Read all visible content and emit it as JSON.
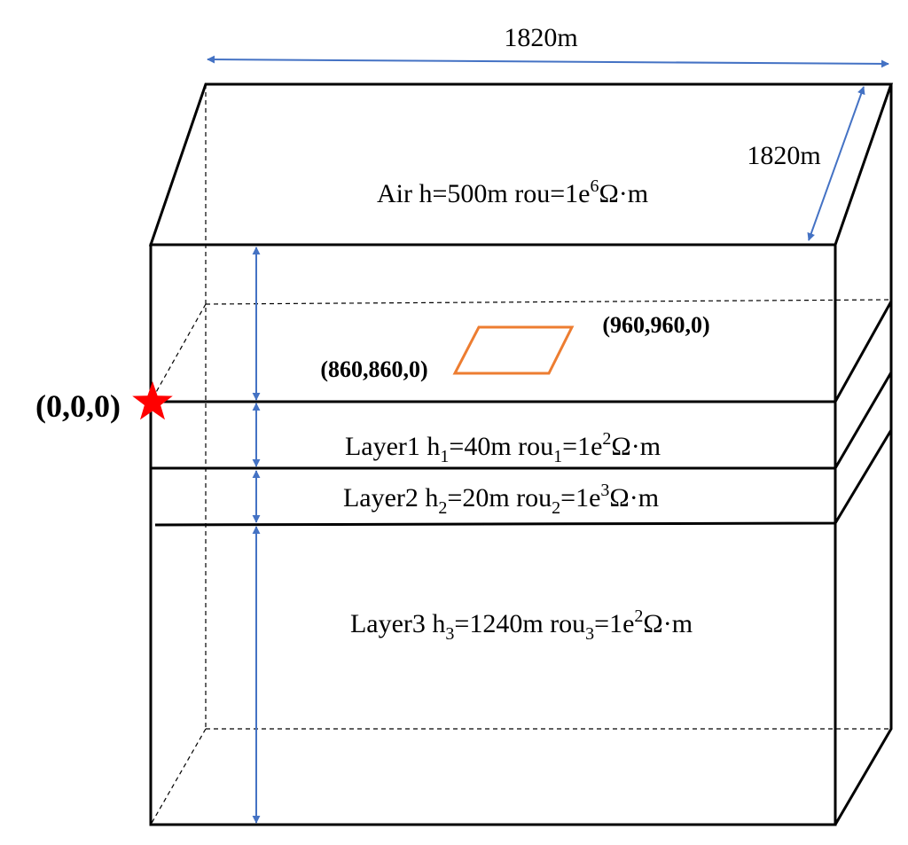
{
  "dimensions": {
    "width_label": "1820m",
    "depth_label": "1820m"
  },
  "origin": {
    "label": "(0,0,0)",
    "marker_color": "#FF0000"
  },
  "loop": {
    "corner_near": "(860,860,0)",
    "corner_far": "(960,960,0)",
    "color": "#ED7D31"
  },
  "air": {
    "name": "Air",
    "h_symbol": "h",
    "h_value": "=500m",
    "rou_symbol": "rou",
    "rou_value": "=1e",
    "rou_exp": "6",
    "unit": "Ω·m"
  },
  "layers": [
    {
      "name": "Layer1",
      "h_symbol": "h",
      "h_sub": "1",
      "h_value": "=40m",
      "rou_symbol": "rou",
      "rou_sub": "1",
      "rou_value": "=1e",
      "rou_exp": "2",
      "unit": "Ω·m"
    },
    {
      "name": "Layer2",
      "h_symbol": "h",
      "h_sub": "2",
      "h_value": "=20m",
      "rou_symbol": "rou",
      "rou_sub": "2",
      "rou_value": "=1e",
      "rou_exp": "3",
      "unit": "Ω·m"
    },
    {
      "name": "Layer3",
      "h_symbol": "h",
      "h_sub": "3",
      "h_value": "=1240m",
      "rou_symbol": "rou",
      "rou_sub": "3",
      "rou_value": "=1e",
      "rou_exp": "2",
      "unit": "Ω·m"
    }
  ],
  "colors": {
    "dimension_arrow": "#4472C4",
    "lines": "#000000"
  }
}
